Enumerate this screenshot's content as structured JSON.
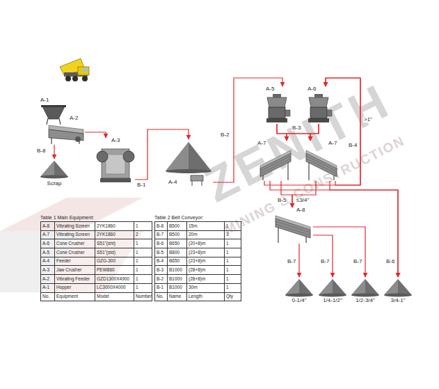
{
  "diagram": {
    "nodes": [
      {
        "text": [
          "A-1"
        ]
      },
      {
        "text": [
          "A-2"
        ]
      },
      {
        "text": [
          "Scrap"
        ]
      },
      {
        "text": [
          "A-3"
        ]
      },
      {
        "text": [
          "A-4"
        ]
      },
      {
        "text": [
          "A-5"
        ]
      },
      {
        "text": [
          "A-6"
        ]
      },
      {
        "text": [
          "A-7"
        ]
      },
      {
        "text": [
          "A-7"
        ]
      },
      {
        "text": [
          "A-8"
        ]
      },
      {
        "text": [
          "0-1/4\""
        ]
      },
      {
        "text": [
          "1/4-1/2\""
        ]
      },
      {
        "text": [
          "1/2-3/4\""
        ]
      },
      {
        "text": [
          "3/4-1\""
        ]
      }
    ],
    "edges": [
      {
        "from": 1,
        "to": 2,
        "label": "B-8",
        "arrow": "to"
      },
      {
        "from": 1,
        "to": 3,
        "arrow": "to"
      },
      {
        "from": 3,
        "to": 4,
        "label": "B-1",
        "arrow": "to"
      },
      {
        "from": 4,
        "to": 5,
        "label": "B-2",
        "arrow": "to"
      },
      {
        "from": 5,
        "to": 7,
        "label": "B-3",
        "arrow": "to"
      },
      {
        "from": 5,
        "to": 8,
        "arrow": "to"
      },
      {
        "from": 6,
        "to": 7,
        "arrow": "to"
      },
      {
        "from": 6,
        "to": 8,
        "arrow": "to"
      },
      {
        "from": 7,
        "to": 6,
        "label": "B-4",
        "arrow": "to"
      },
      {
        "from": 8,
        "to": 6,
        "arrow": "to"
      },
      {
        "from": 7,
        "to": 9,
        "label": "B-5",
        "arrow": "to"
      },
      {
        "from": 8,
        "to": 9,
        "arrow": "to"
      },
      {
        "from": 7,
        "to": 13,
        "label": "B-6",
        "arrow": "to"
      },
      {
        "from": 8,
        "to": 13,
        "arrow": "to"
      },
      {
        "from": 9,
        "to": 10,
        "label": "B-7",
        "arrow": "to"
      },
      {
        "from": 9,
        "to": 11,
        "label": "B-7",
        "arrow": "to"
      },
      {
        "from": 9,
        "to": 12,
        "label": "B-7",
        "arrow": "to"
      }
    ],
    "labels": [
      ">1\"",
      "≤3/4\"",
      "Table 1 Main Equipment:",
      "A-8",
      "Vibrating Screen",
      "2YK1860",
      "1",
      "A-7",
      "Vibrating Screen",
      "2YK1860",
      "2",
      "A-6",
      "Cone Crusher",
      "S51\"(sht)",
      "1",
      "A-5",
      "Cone Crusher",
      "S51\"(std)",
      "1",
      "A-4",
      "Feeder",
      "GZG-300",
      "1",
      "A-3",
      "Jaw Crusher",
      "PEW860",
      "1",
      "A-2",
      "Vibrating Feeder",
      "GZD1300X4900",
      "1",
      "A-1",
      "Hopper",
      "LC3000X4000",
      "1",
      "No.",
      "Equipment",
      "Model",
      "Number",
      "Table 2 Belt Conveyor:",
      "B-8",
      "B500",
      "15m",
      "1",
      "B-7",
      "B500",
      "20m",
      "3",
      "B-6",
      "B650",
      "(20+8)m",
      "1",
      "B-5",
      "B800",
      "(23+8)m",
      "1",
      "B-4",
      "B650",
      "(23+8)m",
      "1",
      "B-3",
      "B1000",
      "(28+8)m",
      "1",
      "B-2",
      "B1000",
      "(28+8)m",
      "1",
      "B-1",
      "B1000",
      "30m",
      "1",
      "No.",
      "Name",
      "Length",
      "Qty",
      "ZENITH",
      "MINING & CONSTRUCTION"
    ]
  }
}
